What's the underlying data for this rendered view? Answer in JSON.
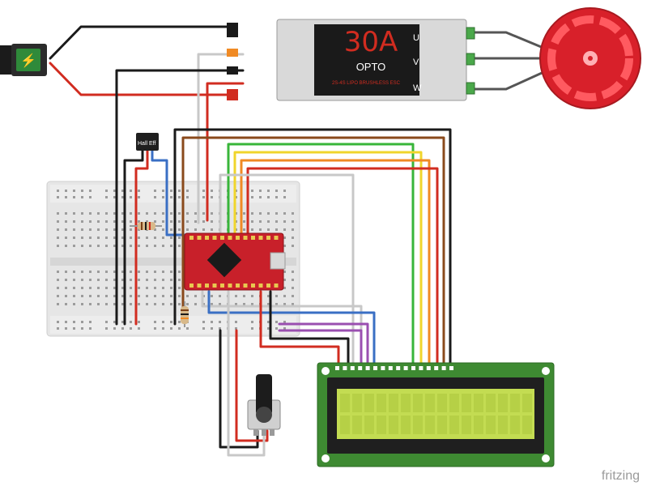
{
  "esc": {
    "rating": "30A",
    "mode": "OPTO",
    "phase_u": "U",
    "phase_v": "V",
    "phase_w": "W",
    "fine_print": "2S-4S LIPO  BRUSHLESS ESC"
  },
  "hall_sensor": {
    "label": "Hall Eff"
  },
  "power_jack": {
    "symbol": "⚡"
  },
  "watermark": {
    "text": "fritzing"
  },
  "colors": {
    "wire_red": "#d12c20",
    "wire_black": "#1a1a1a",
    "wire_blue": "#3a6fc4",
    "wire_green": "#38b53a",
    "wire_yellow": "#f0d52c",
    "wire_orange": "#f08a24",
    "wire_brown": "#8a4a1c",
    "wire_purple": "#9a4fb0",
    "wire_gray": "#c8c8c8",
    "motor_red": "#d8202a",
    "lcd_green": "#c3dc52",
    "board_red": "#c8202a"
  }
}
